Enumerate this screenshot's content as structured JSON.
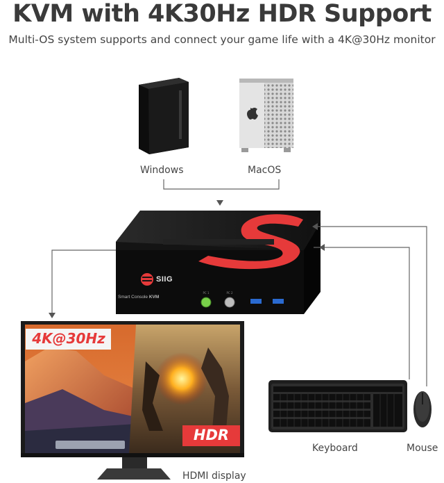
{
  "header": {
    "title": "KVM with 4K30Hz HDR Support",
    "subtitle": "Multi-OS system supports and connect your game life with a 4K@30Hz monitor"
  },
  "devices": {
    "windows_label": "Windows",
    "macos_label": "MacOS",
    "keyboard_label": "Keyboard",
    "mouse_label": "Mouse",
    "display_label": "HDMI display"
  },
  "kvm": {
    "brand": "SIIG",
    "model_text": "Smart Console",
    "model_bold": "KVM"
  },
  "monitor": {
    "badge_resolution": "4K@30Hz",
    "badge_hdr": "HDR"
  },
  "colors": {
    "brand_red": "#e63a3a",
    "kvm_body": "#1a1a1a",
    "line_gray": "#666666"
  }
}
